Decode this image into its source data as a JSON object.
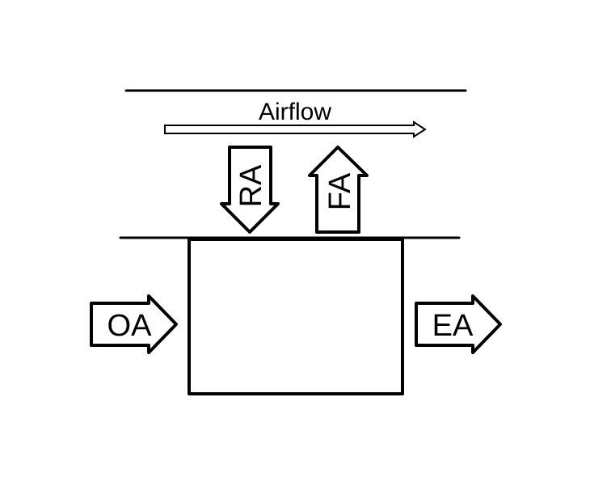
{
  "labels": {
    "airflow": "Airflow",
    "return_air": "RA",
    "fresh_air": "FA",
    "outside_air": "OA",
    "exhaust_air": "EA"
  },
  "colors": {
    "stroke": "#000000",
    "background": "#ffffff"
  }
}
